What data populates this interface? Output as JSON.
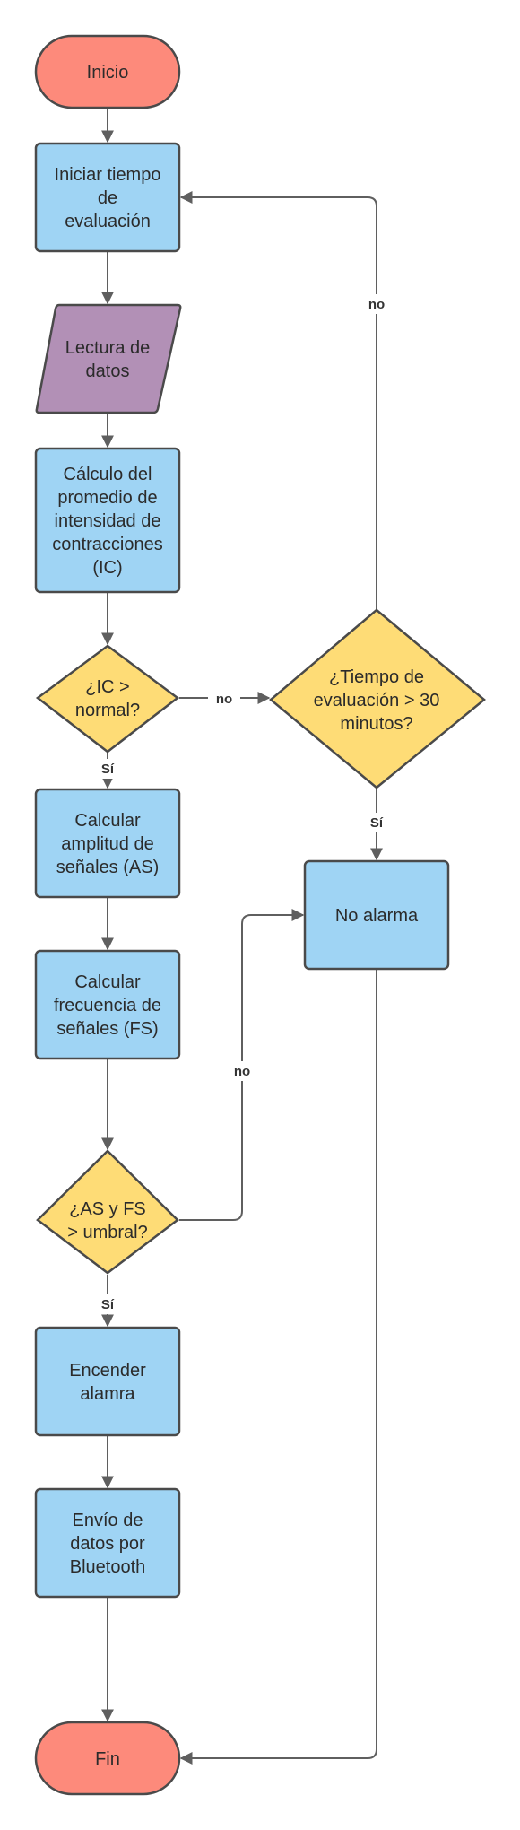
{
  "colors": {
    "terminal_fill": "#fd8a7b",
    "process_fill": "#9fd4f4",
    "io_fill": "#b290b6",
    "decision_fill": "#fedc76",
    "border": "#4a4a4a",
    "connector": "#5f5f5f"
  },
  "nodes": {
    "inicio": [
      "Inicio"
    ],
    "iniciar_tiempo": [
      "Iniciar tiempo",
      "de",
      "evaluación"
    ],
    "lectura": [
      "Lectura de",
      "datos"
    ],
    "calculo": [
      "Cálculo del",
      "promedio de",
      "intensidad de",
      "contracciones",
      "(IC)"
    ],
    "decision_ic": [
      "¿IC >",
      "normal?"
    ],
    "decision_tiempo": [
      "¿Tiempo de",
      "evaluación > 30",
      "minutos?"
    ],
    "calcular_amplitud": [
      "Calcular",
      "amplitud de",
      "señales (AS)"
    ],
    "no_alarma": [
      "No alarma"
    ],
    "calcular_frecuencia": [
      "Calcular",
      "frecuencia de",
      "señales (FS)"
    ],
    "decision_umbral": [
      "¿AS y FS",
      "> umbral?"
    ],
    "encender": [
      "Encender",
      "alamra"
    ],
    "envio": [
      "Envío de",
      "datos por",
      "Bluetooth"
    ],
    "fin": [
      "Fin"
    ]
  },
  "edge_labels": {
    "ic_no": "no",
    "ic_si": "Sí",
    "tiempo_no": "no",
    "tiempo_si": "Sí",
    "umbral_no": "no",
    "umbral_si": "Sí"
  }
}
